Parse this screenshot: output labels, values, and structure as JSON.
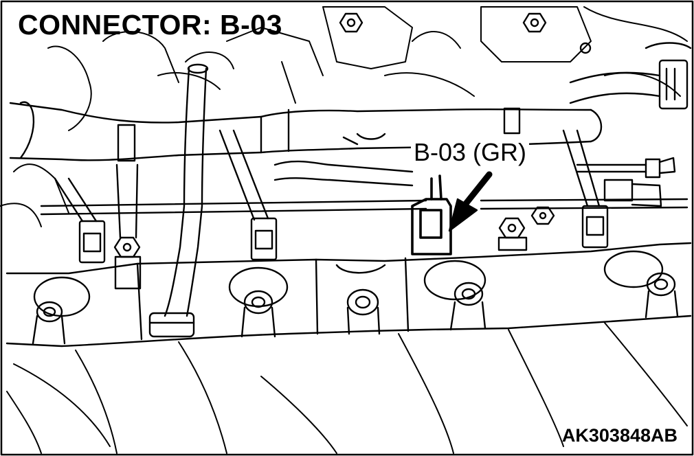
{
  "figure": {
    "title": "CONNECTOR: B-03",
    "callout_label": "B-03 (GR)",
    "figure_id": "AK303848AB"
  },
  "colors": {
    "line": "#000000",
    "background": "#ffffff",
    "highlight_outline": "#000000"
  },
  "icons": {
    "pointer": "arrow-down-left",
    "target": "b-03-connector-outline"
  }
}
